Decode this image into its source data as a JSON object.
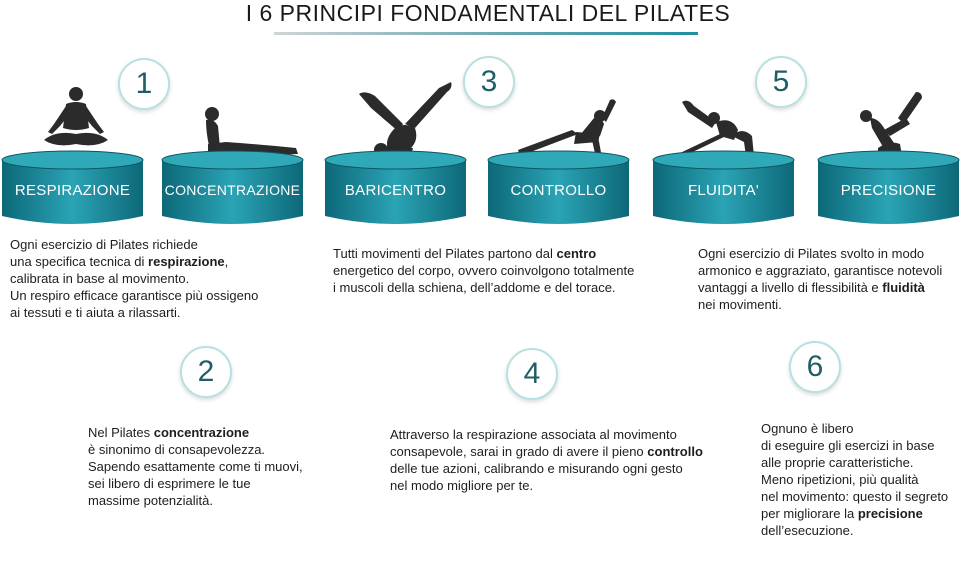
{
  "title": "I 6 PRINCIPI FONDAMENTALI DEL PILATES",
  "colors": {
    "teal_dark": "#0d6878",
    "teal_light": "#2aa4b5",
    "circle_border": "#b7e1e1",
    "number": "#1f5e66"
  },
  "principles": [
    {
      "number": "1",
      "label": "RESPIRAZIONE",
      "icon": "meditation-pose-icon",
      "desc": [
        "Ogni esercizio di Pilates richiede",
        "una specifica tecnica di ",
        "respirazione",
        ",",
        "calibrata  in base al movimento.",
        "Un respiro efficace garantisce più ossigeno",
        "ai tessuti e ti aiuta a rilassarti."
      ]
    },
    {
      "number": "2",
      "label": "CONCENTRAZIONE",
      "icon": "cobra-pose-icon",
      "desc": [
        "Nel Pilates ",
        "concentrazione",
        "è sinonimo di consapevolezza.",
        "Sapendo esattamente come ti muovi,",
        "sei libero di esprimere le tue",
        "massime potenzialità."
      ]
    },
    {
      "number": "3",
      "label": "BARICENTRO",
      "icon": "leg-raise-pose-icon",
      "desc": [
        "Tutti movimenti del Pilates partono dal ",
        "centro",
        "energetico del corpo, ovvero coinvolgono totalmente",
        "i muscoli della schiena, dell’addome e del torace."
      ]
    },
    {
      "number": "4",
      "label": "CONTROLLO",
      "icon": "side-plank-pose-icon",
      "desc": [
        "Attraverso la respirazione associata al movimento",
        "consapevole, sarai in grado di avere il pieno ",
        "controllo",
        "delle tue azioni, calibrando e misurando ogni gesto",
        "nel modo migliore per te."
      ]
    },
    {
      "number": "5",
      "label": "FLUIDITA'",
      "icon": "lunge-stretch-pose-icon",
      "desc": [
        "Ogni esercizio di Pilates svolto in modo",
        "armonico e aggraziato, garantisce notevoli",
        "vantaggi a livello di flessibilità e ",
        "fluidità",
        "nei movimenti."
      ]
    },
    {
      "number": "6",
      "label": "PRECISIONE",
      "icon": "boat-pose-icon",
      "desc": [
        "Ognuno è libero",
        "di eseguire gli esercizi in base",
        "alle proprie caratteristiche.",
        "Meno ripetizioni, più qualità",
        "nel movimento: questo il segreto",
        "per migliorare la ",
        "precisione",
        "dell’esecuzione."
      ]
    }
  ]
}
